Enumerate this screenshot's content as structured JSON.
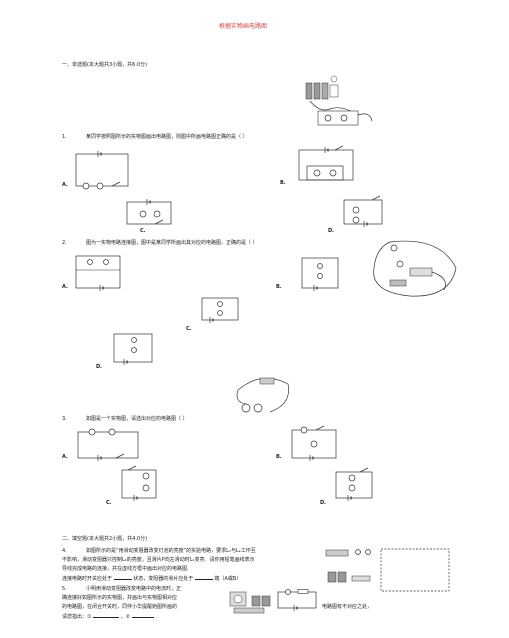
{
  "doc": {
    "title": "根据实物画电路图",
    "section1": "一、单选题(本大题共3小题，共6.0分)",
    "section2": "二、填空题(本大题共2小题，共4.0分)"
  },
  "q1": {
    "num": "1.",
    "text": "某同学按照图所示的实物图画出电路图，则图中所画电路图正确的是（    ）",
    "A": "A.",
    "B": "B.",
    "C": "C.",
    "D": "D."
  },
  "q2": {
    "num": "2.",
    "text": "图为一实物电路连接图，图中是某同学所画出其对应的电路图，正确的是（    ）",
    "A": "A.",
    "B": "B.",
    "C": "C.",
    "D": "D."
  },
  "q3": {
    "num": "3.",
    "text": "如图是一个实物图，请选出对应的电路图（    ）",
    "A": "A.",
    "B": "B.",
    "C": "C.",
    "D": "D."
  },
  "q4": {
    "num": "4.",
    "line1": "如图所示的是“用滑动变阻器改变灯泡的亮度”的实验电路，要求L₁与L₂工作互",
    "line2": "不影响，滑动变阻器只控制L₁的亮度，且滑片P向左滑动时L₁变亮．请你用铅笔画线表示",
    "line3": "导线完成电路的连接，并在虚线方框中画出对应的电路图.",
    "line4a": "连接电路时开关应处于",
    "line4b": "状态，变阻器的滑片应处于",
    "line4c": "端（A或B）"
  },
  "q5": {
    "num": "5.",
    "line1": "小明用滑动变阻器改变电路中的电流时，正",
    "line2": "确连接好如图所示的实物图，并画出与实物图相对应",
    "line3a": "的电路图，在闭合开关时，同伴小华提醒她图所画的",
    "line3b": "电路图有不对应之处，",
    "line4a": "请您指出：①",
    "line4b": "，②",
    "line4c": "."
  }
}
